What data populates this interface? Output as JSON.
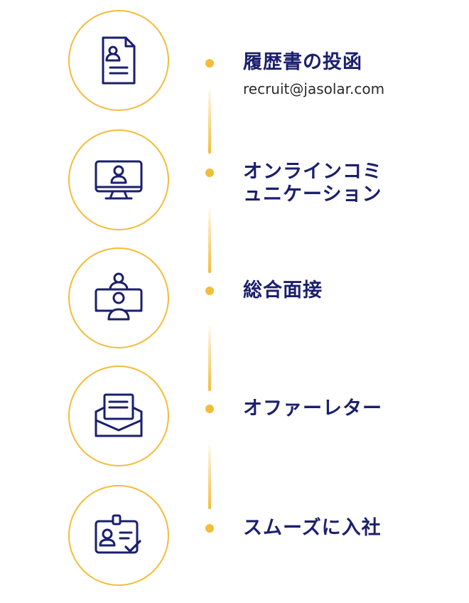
{
  "accent_color": "#f2bd3a",
  "text_color": "#1b1f6e",
  "steps": [
    {
      "title": "履歴書の投函",
      "subtitle": "recruit@jasolar.com",
      "icon": "resume-document-icon"
    },
    {
      "title_line1": "オンラインコミ",
      "title_line2": "ュニケーション",
      "icon": "monitor-user-icon"
    },
    {
      "title": "総合面接",
      "icon": "two-people-interview-icon"
    },
    {
      "title": "オファーレター",
      "icon": "open-envelope-letter-icon"
    },
    {
      "title": "スムーズに入社",
      "icon": "id-badge-check-icon"
    }
  ]
}
